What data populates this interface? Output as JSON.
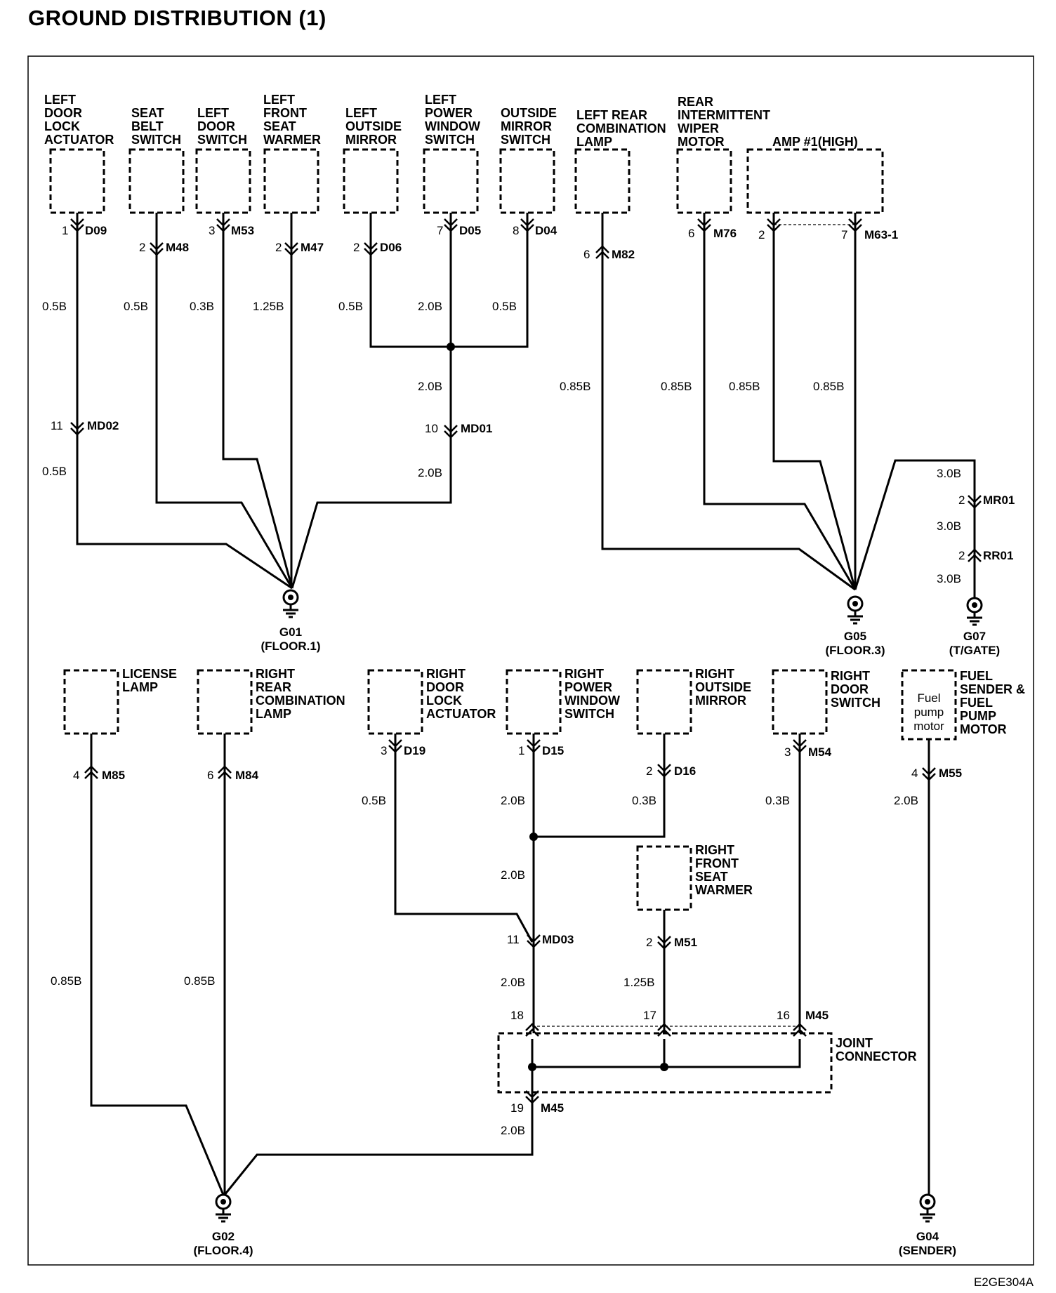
{
  "title": "GROUND DISTRIBUTION (1)",
  "figure_code": "E2GE304A",
  "components": [
    {
      "id": "c1",
      "lines": [
        "LEFT",
        "DOOR",
        "LOCK",
        "ACTUATOR"
      ]
    },
    {
      "id": "c2",
      "lines": [
        "SEAT",
        "BELT",
        "SWITCH"
      ]
    },
    {
      "id": "c3",
      "lines": [
        "LEFT",
        "DOOR",
        "SWITCH"
      ]
    },
    {
      "id": "c4",
      "lines": [
        "LEFT",
        "FRONT",
        "SEAT",
        "WARMER"
      ]
    },
    {
      "id": "c5",
      "lines": [
        "LEFT",
        "OUTSIDE",
        "MIRROR"
      ]
    },
    {
      "id": "c6",
      "lines": [
        "LEFT",
        "POWER",
        "WINDOW",
        "SWITCH"
      ]
    },
    {
      "id": "c7",
      "lines": [
        "OUTSIDE",
        "MIRROR",
        "SWITCH"
      ]
    },
    {
      "id": "c8",
      "lines": [
        "LEFT REAR",
        "COMBINATION",
        "LAMP"
      ]
    },
    {
      "id": "c9",
      "lines": [
        "REAR",
        "INTERMITTENT",
        "WIPER",
        "MOTOR"
      ]
    },
    {
      "id": "c10",
      "lines": [
        "AMP #1(HIGH)"
      ]
    },
    {
      "id": "c11",
      "lines": [
        "LICENSE",
        "LAMP"
      ]
    },
    {
      "id": "c12",
      "lines": [
        "RIGHT",
        "REAR",
        "COMBINATION",
        "LAMP"
      ]
    },
    {
      "id": "c13",
      "lines": [
        "RIGHT",
        "DOOR",
        "LOCK",
        "ACTUATOR"
      ]
    },
    {
      "id": "c14",
      "lines": [
        "RIGHT",
        "POWER",
        "WINDOW",
        "SWITCH"
      ]
    },
    {
      "id": "c15",
      "lines": [
        "RIGHT",
        "OUTSIDE",
        "MIRROR"
      ]
    },
    {
      "id": "c16",
      "lines": [
        "RIGHT",
        "DOOR",
        "SWITCH"
      ]
    },
    {
      "id": "c17",
      "lines": [
        "FUEL",
        "SENDER &",
        "FUEL",
        "PUMP",
        "MOTOR"
      ]
    },
    {
      "id": "c18",
      "lines": [
        "RIGHT",
        "FRONT",
        "SEAT",
        "WARMER"
      ]
    },
    {
      "id": "c19",
      "lines": [
        "JOINT",
        "CONNECTOR"
      ]
    }
  ],
  "fuel_box_text": [
    "Fuel",
    "pump",
    "motor"
  ],
  "connectors": [
    {
      "pin": "1",
      "code": "D09"
    },
    {
      "pin": "2",
      "code": "M48"
    },
    {
      "pin": "3",
      "code": "M53"
    },
    {
      "pin": "2",
      "code": "M47"
    },
    {
      "pin": "2",
      "code": "D06"
    },
    {
      "pin": "7",
      "code": "D05"
    },
    {
      "pin": "8",
      "code": "D04"
    },
    {
      "pin": "6",
      "code": "M82"
    },
    {
      "pin": "6",
      "code": "M76"
    },
    {
      "pin": "2",
      "code": ""
    },
    {
      "pin": "7",
      "code": "M63-1"
    },
    {
      "pin": "11",
      "code": "MD02"
    },
    {
      "pin": "10",
      "code": "MD01"
    },
    {
      "pin": "2",
      "code": "MR01"
    },
    {
      "pin": "2",
      "code": "RR01"
    },
    {
      "pin": "4",
      "code": "M85"
    },
    {
      "pin": "6",
      "code": "M84"
    },
    {
      "pin": "3",
      "code": "D19"
    },
    {
      "pin": "1",
      "code": "D15"
    },
    {
      "pin": "2",
      "code": "D16"
    },
    {
      "pin": "3",
      "code": "M54"
    },
    {
      "pin": "4",
      "code": "M55"
    },
    {
      "pin": "11",
      "code": "MD03"
    },
    {
      "pin": "2",
      "code": "M51"
    },
    {
      "pin": "18",
      "code": ""
    },
    {
      "pin": "17",
      "code": ""
    },
    {
      "pin": "16",
      "code": "M45"
    },
    {
      "pin": "19",
      "code": "M45"
    }
  ],
  "wires": [
    "0.5B",
    "0.5B",
    "0.3B",
    "1.25B",
    "0.5B",
    "2.0B",
    "0.5B",
    "2.0B",
    "0.5B",
    "2.0B",
    "0.85B",
    "0.85B",
    "0.85B",
    "0.85B",
    "3.0B",
    "3.0B",
    "3.0B",
    "0.85B",
    "0.85B",
    "0.5B",
    "2.0B",
    "0.3B",
    "0.3B",
    "2.0B",
    "2.0B",
    "2.0B",
    "1.25B",
    "2.0B"
  ],
  "grounds": [
    {
      "id": "G01",
      "loc": "(FLOOR.1)"
    },
    {
      "id": "G05",
      "loc": "(FLOOR.3)"
    },
    {
      "id": "G07",
      "loc": "(T/GATE)"
    },
    {
      "id": "G02",
      "loc": "(FLOOR.4)"
    },
    {
      "id": "G04",
      "loc": "(SENDER)"
    }
  ]
}
